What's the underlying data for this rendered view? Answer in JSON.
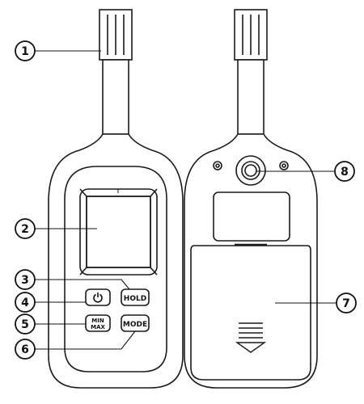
{
  "callouts": [
    {
      "number": "1",
      "part": "sensor-probe"
    },
    {
      "number": "2",
      "part": "lcd-display"
    },
    {
      "number": "3",
      "part": "hold-button"
    },
    {
      "number": "4",
      "part": "power-button"
    },
    {
      "number": "5",
      "part": "min-max-button"
    },
    {
      "number": "6",
      "part": "mode-button"
    },
    {
      "number": "7",
      "part": "battery-cover"
    },
    {
      "number": "8",
      "part": "tripod-mount"
    }
  ],
  "buttons": {
    "hold": "HOLD",
    "minmax_line1": "MIN",
    "minmax_line2": "MAX",
    "mode": "MODE",
    "power_icon": "power-icon"
  },
  "colors": {
    "outline": "#1a1a1a",
    "fill": "#ffffff"
  }
}
